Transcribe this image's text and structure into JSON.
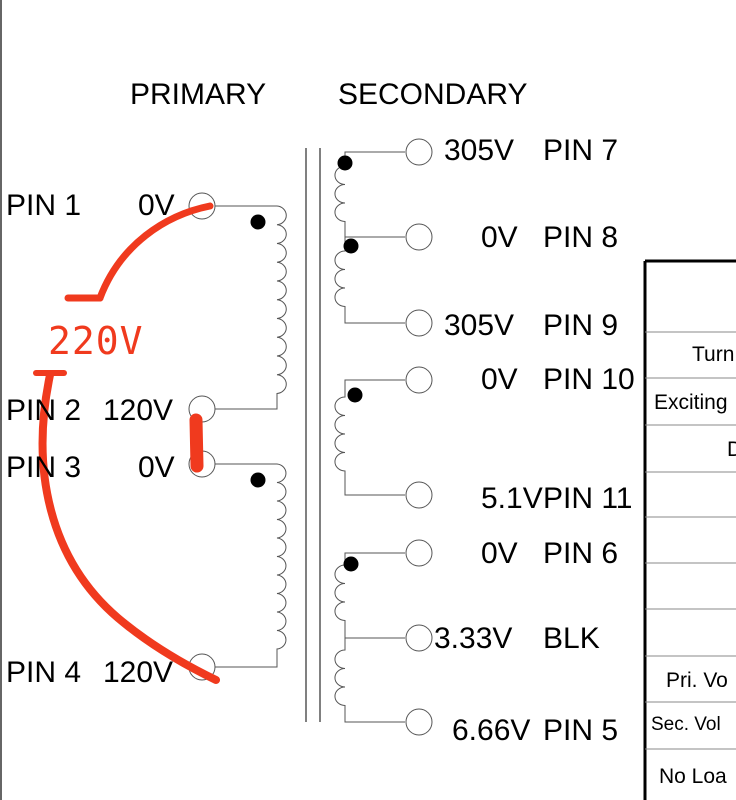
{
  "headers": {
    "primary": "PRIMARY",
    "secondary": "SECONDARY"
  },
  "primary_pins": [
    {
      "pin": "PIN 1",
      "volt": "0V"
    },
    {
      "pin": "PIN 2",
      "volt": "120V"
    },
    {
      "pin": "PIN 3",
      "volt": "0V"
    },
    {
      "pin": "PIN 4",
      "volt": "120V"
    }
  ],
  "secondary_pins": [
    {
      "volt": "305V",
      "pin": "PIN 7"
    },
    {
      "volt": "0V",
      "pin": "PIN 8"
    },
    {
      "volt": "305V",
      "pin": "PIN 9"
    },
    {
      "volt": "0V",
      "pin": "PIN 10"
    },
    {
      "volt": "5.1V",
      "pin": "PIN 11"
    },
    {
      "volt": "0V",
      "pin": "PIN 6"
    },
    {
      "volt": "3.33V",
      "pin": "BLK"
    },
    {
      "volt": "6.66V",
      "pin": "PIN 5"
    }
  ],
  "annotation": {
    "text": "220V",
    "color": "#f03a1e"
  },
  "table_rows": [
    "Turn",
    "Exciting",
    "D",
    "Pri. Vo",
    "Sec. Vol",
    "No Loa"
  ]
}
